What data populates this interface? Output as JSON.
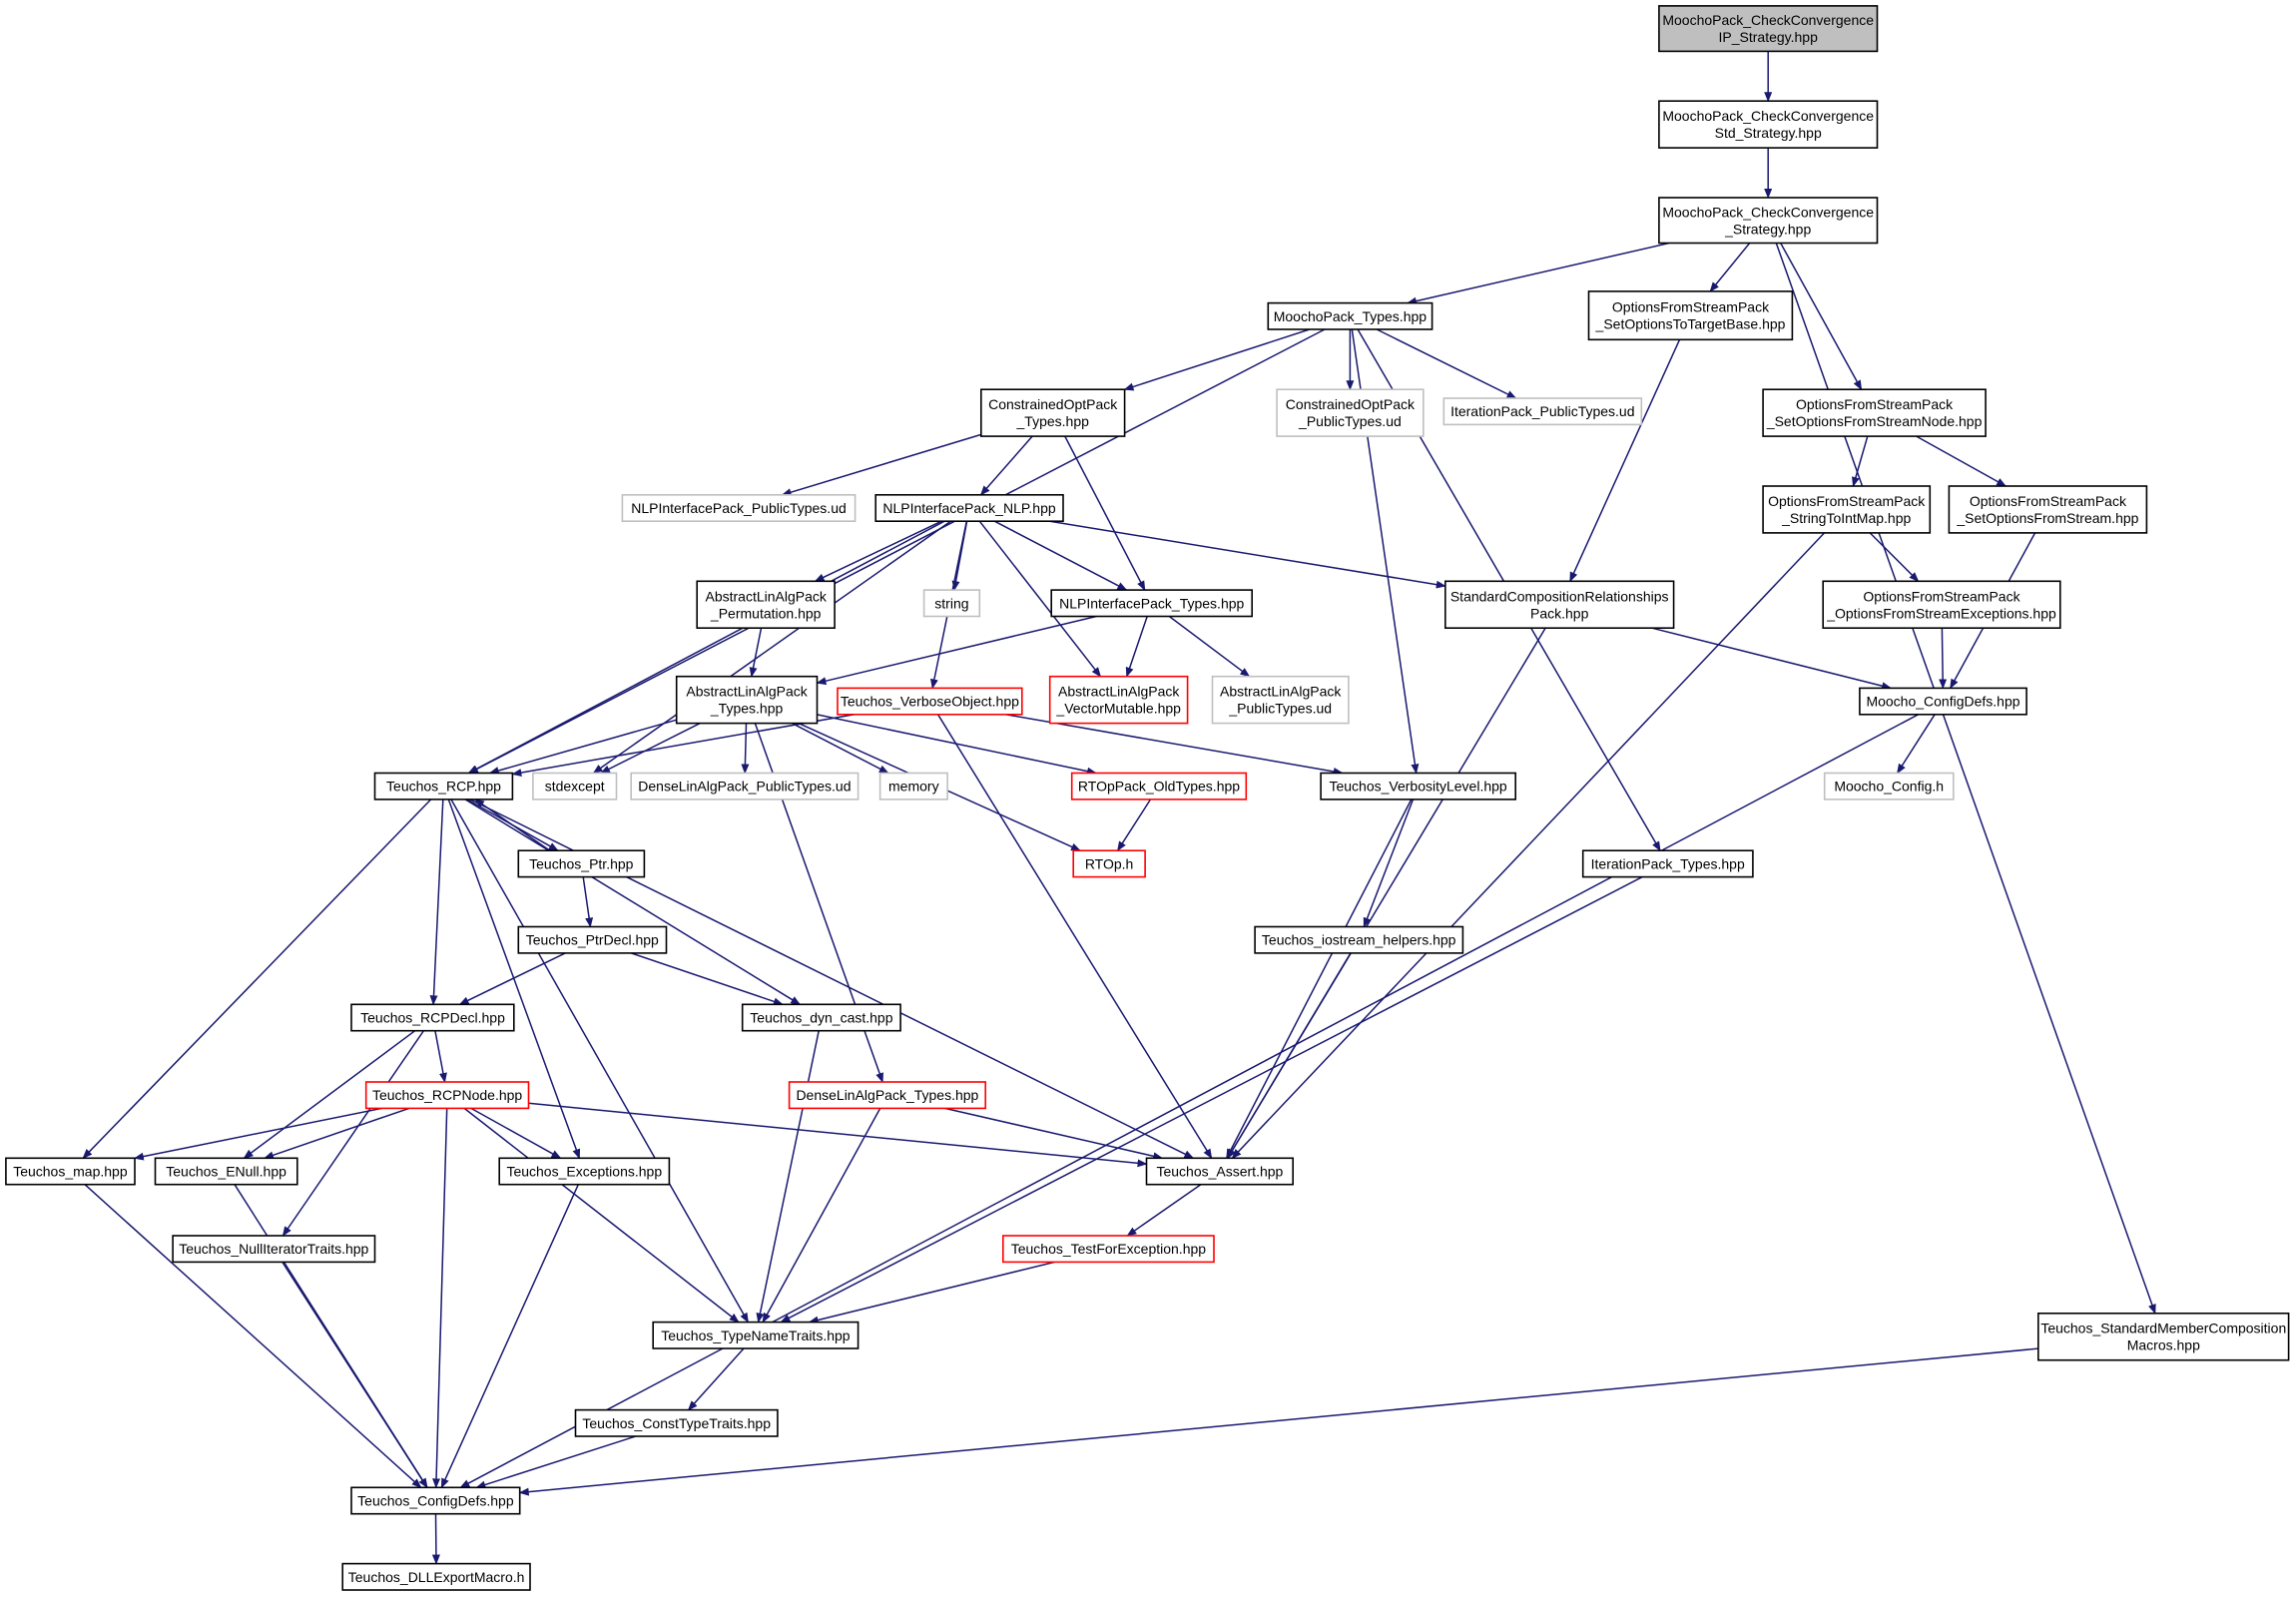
{
  "colors": {
    "edge": "#191970",
    "normal_border": "#000000",
    "missing_border": "#bfbfbf",
    "truncated_border": "#ff0000",
    "root_fill": "#bfbfbf",
    "node_fill": "#ffffff"
  },
  "nodes": [
    {
      "id": "root",
      "label": [
        "MoochoPack_CheckConvergence",
        "IP_Strategy.hpp"
      ],
      "kind": "root"
    },
    {
      "id": "std",
      "label": [
        "MoochoPack_CheckConvergence",
        "Std_Strategy.hpp"
      ],
      "kind": "normal"
    },
    {
      "id": "strat",
      "label": [
        "MoochoPack_CheckConvergence",
        "_Strategy.hpp"
      ],
      "kind": "normal"
    },
    {
      "id": "mtypes",
      "label": [
        "MoochoPack_Types.hpp"
      ],
      "kind": "normal"
    },
    {
      "id": "ofs_target",
      "label": [
        "OptionsFromStreamPack",
        "_SetOptionsToTargetBase.hpp"
      ],
      "kind": "normal"
    },
    {
      "id": "ofs_node",
      "label": [
        "OptionsFromStreamPack",
        "_SetOptionsFromStreamNode.hpp"
      ],
      "kind": "normal"
    },
    {
      "id": "copt",
      "label": [
        "ConstrainedOptPack",
        "_Types.hpp"
      ],
      "kind": "normal"
    },
    {
      "id": "copt_ud",
      "label": [
        "ConstrainedOptPack",
        "_PublicTypes.ud"
      ],
      "kind": "missing"
    },
    {
      "id": "iter_ud",
      "label": [
        "IterationPack_PublicTypes.ud"
      ],
      "kind": "missing"
    },
    {
      "id": "nlp_ud",
      "label": [
        "NLPInterfacePack_PublicTypes.ud"
      ],
      "kind": "missing"
    },
    {
      "id": "nlp",
      "label": [
        "NLPInterfacePack_NLP.hpp"
      ],
      "kind": "normal"
    },
    {
      "id": "ofs_s2i",
      "label": [
        "OptionsFromStreamPack",
        "_StringToIntMap.hpp"
      ],
      "kind": "normal"
    },
    {
      "id": "ofs_set",
      "label": [
        "OptionsFromStreamPack",
        "_SetOptionsFromStream.hpp"
      ],
      "kind": "normal"
    },
    {
      "id": "ala_perm",
      "label": [
        "AbstractLinAlgPack",
        "_Permutation.hpp"
      ],
      "kind": "normal"
    },
    {
      "id": "string",
      "label": [
        "string"
      ],
      "kind": "missing"
    },
    {
      "id": "nlp_types",
      "label": [
        "NLPInterfacePack_Types.hpp"
      ],
      "kind": "normal"
    },
    {
      "id": "scr",
      "label": [
        "StandardCompositionRelationships",
        "Pack.hpp"
      ],
      "kind": "normal"
    },
    {
      "id": "ofs_exc",
      "label": [
        "OptionsFromStreamPack",
        "_OptionsFromStreamExceptions.hpp"
      ],
      "kind": "normal"
    },
    {
      "id": "ala_types",
      "label": [
        "AbstractLinAlgPack",
        "_Types.hpp"
      ],
      "kind": "normal"
    },
    {
      "id": "verb_obj",
      "label": [
        "Teuchos_VerboseObject.hpp"
      ],
      "kind": "truncated"
    },
    {
      "id": "ala_vm",
      "label": [
        "AbstractLinAlgPack",
        "_VectorMutable.hpp"
      ],
      "kind": "truncated"
    },
    {
      "id": "ala_ud",
      "label": [
        "AbstractLinAlgPack",
        "_PublicTypes.ud"
      ],
      "kind": "missing"
    },
    {
      "id": "moocho_cd",
      "label": [
        "Moocho_ConfigDefs.hpp"
      ],
      "kind": "normal"
    },
    {
      "id": "rcp",
      "label": [
        "Teuchos_RCP.hpp"
      ],
      "kind": "normal"
    },
    {
      "id": "stdexcept",
      "label": [
        "stdexcept"
      ],
      "kind": "missing"
    },
    {
      "id": "dla_ud",
      "label": [
        "DenseLinAlgPack_PublicTypes.ud"
      ],
      "kind": "missing"
    },
    {
      "id": "memory",
      "label": [
        "memory"
      ],
      "kind": "missing"
    },
    {
      "id": "rtop_old",
      "label": [
        "RTOpPack_OldTypes.hpp"
      ],
      "kind": "truncated"
    },
    {
      "id": "verb_lvl",
      "label": [
        "Teuchos_VerbosityLevel.hpp"
      ],
      "kind": "normal"
    },
    {
      "id": "moocho_cfg",
      "label": [
        "Moocho_Config.h"
      ],
      "kind": "missing"
    },
    {
      "id": "ptr",
      "label": [
        "Teuchos_Ptr.hpp"
      ],
      "kind": "normal"
    },
    {
      "id": "rtop",
      "label": [
        "RTOp.h"
      ],
      "kind": "truncated"
    },
    {
      "id": "iter_types",
      "label": [
        "IterationPack_Types.hpp"
      ],
      "kind": "normal"
    },
    {
      "id": "ptrdecl",
      "label": [
        "Teuchos_PtrDecl.hpp"
      ],
      "kind": "normal"
    },
    {
      "id": "ios",
      "label": [
        "Teuchos_iostream_helpers.hpp"
      ],
      "kind": "normal"
    },
    {
      "id": "rcpdecl",
      "label": [
        "Teuchos_RCPDecl.hpp"
      ],
      "kind": "normal"
    },
    {
      "id": "dyncast",
      "label": [
        "Teuchos_dyn_cast.hpp"
      ],
      "kind": "normal"
    },
    {
      "id": "rcpnode",
      "label": [
        "Teuchos_RCPNode.hpp"
      ],
      "kind": "truncated"
    },
    {
      "id": "dla_types",
      "label": [
        "DenseLinAlgPack_Types.hpp"
      ],
      "kind": "truncated"
    },
    {
      "id": "map",
      "label": [
        "Teuchos_map.hpp"
      ],
      "kind": "normal"
    },
    {
      "id": "enull",
      "label": [
        "Teuchos_ENull.hpp"
      ],
      "kind": "normal"
    },
    {
      "id": "exceptions",
      "label": [
        "Teuchos_Exceptions.hpp"
      ],
      "kind": "normal"
    },
    {
      "id": "assert",
      "label": [
        "Teuchos_Assert.hpp"
      ],
      "kind": "normal"
    },
    {
      "id": "nullit",
      "label": [
        "Teuchos_NullIteratorTraits.hpp"
      ],
      "kind": "normal"
    },
    {
      "id": "testexc",
      "label": [
        "Teuchos_TestForException.hpp"
      ],
      "kind": "truncated"
    },
    {
      "id": "typename",
      "label": [
        "Teuchos_TypeNameTraits.hpp"
      ],
      "kind": "normal"
    },
    {
      "id": "smcm",
      "label": [
        "Teuchos_StandardMemberComposition",
        "Macros.hpp"
      ],
      "kind": "normal"
    },
    {
      "id": "consttype",
      "label": [
        "Teuchos_ConstTypeTraits.hpp"
      ],
      "kind": "normal"
    },
    {
      "id": "configdefs",
      "label": [
        "Teuchos_ConfigDefs.hpp"
      ],
      "kind": "normal"
    },
    {
      "id": "dll",
      "label": [
        "Teuchos_DLLExportMacro.h"
      ],
      "kind": "normal"
    }
  ],
  "edges": [
    [
      "root",
      "std"
    ],
    [
      "std",
      "strat"
    ],
    [
      "strat",
      "mtypes"
    ],
    [
      "strat",
      "ofs_target"
    ],
    [
      "strat",
      "ofs_node"
    ],
    [
      "strat",
      "smcm"
    ],
    [
      "mtypes",
      "copt"
    ],
    [
      "mtypes",
      "copt_ud"
    ],
    [
      "mtypes",
      "iter_ud"
    ],
    [
      "mtypes",
      "rcp"
    ],
    [
      "mtypes",
      "verb_lvl"
    ],
    [
      "mtypes",
      "iter_types"
    ],
    [
      "ofs_target",
      "scr"
    ],
    [
      "ofs_node",
      "ofs_s2i"
    ],
    [
      "ofs_node",
      "ofs_set"
    ],
    [
      "copt",
      "nlp_ud"
    ],
    [
      "copt",
      "nlp"
    ],
    [
      "copt",
      "nlp_types"
    ],
    [
      "nlp",
      "ala_perm"
    ],
    [
      "nlp",
      "string"
    ],
    [
      "nlp",
      "nlp_types"
    ],
    [
      "nlp",
      "scr"
    ],
    [
      "nlp",
      "verb_obj"
    ],
    [
      "nlp",
      "ala_vm"
    ],
    [
      "nlp",
      "rcp"
    ],
    [
      "nlp",
      "stdexcept"
    ],
    [
      "ofs_s2i",
      "ofs_exc"
    ],
    [
      "ofs_s2i",
      "assert"
    ],
    [
      "ofs_set",
      "moocho_cd"
    ],
    [
      "ofs_exc",
      "moocho_cd"
    ],
    [
      "ala_perm",
      "ala_types"
    ],
    [
      "nlp_types",
      "ala_types"
    ],
    [
      "nlp_types",
      "ala_vm"
    ],
    [
      "nlp_types",
      "ala_ud"
    ],
    [
      "scr",
      "moocho_cd"
    ],
    [
      "scr",
      "assert"
    ],
    [
      "ala_types",
      "rcp"
    ],
    [
      "ala_types",
      "stdexcept"
    ],
    [
      "ala_types",
      "dla_ud"
    ],
    [
      "ala_types",
      "memory"
    ],
    [
      "ala_types",
      "rtop_old"
    ],
    [
      "ala_types",
      "rtop"
    ],
    [
      "ala_types",
      "dla_types"
    ],
    [
      "verb_obj",
      "verb_lvl"
    ],
    [
      "verb_obj",
      "rcp"
    ],
    [
      "verb_obj",
      "assert"
    ],
    [
      "moocho_cd",
      "moocho_cfg"
    ],
    [
      "moocho_cd",
      "configdefs"
    ],
    [
      "rtop_old",
      "rtop"
    ],
    [
      "rcp",
      "ptr"
    ],
    [
      "rcp",
      "rcpdecl"
    ],
    [
      "rcp",
      "map"
    ],
    [
      "rcp",
      "exceptions"
    ],
    [
      "rcp",
      "typename"
    ],
    [
      "rcp",
      "dyncast"
    ],
    [
      "rcp",
      "assert"
    ],
    [
      "ptr",
      "rcp"
    ],
    [
      "ptr",
      "ptrdecl"
    ],
    [
      "ptrdecl",
      "rcpdecl"
    ],
    [
      "ptrdecl",
      "dyncast"
    ],
    [
      "verb_lvl",
      "ios"
    ],
    [
      "verb_lvl",
      "assert"
    ],
    [
      "iter_types",
      "typename"
    ],
    [
      "ios",
      "assert"
    ],
    [
      "rcpdecl",
      "rcpnode"
    ],
    [
      "rcpdecl",
      "enull"
    ],
    [
      "rcpdecl",
      "nullit"
    ],
    [
      "dyncast",
      "typename"
    ],
    [
      "rcpnode",
      "map"
    ],
    [
      "rcpnode",
      "enull"
    ],
    [
      "rcpnode",
      "exceptions"
    ],
    [
      "rcpnode",
      "assert"
    ],
    [
      "rcpnode",
      "typename"
    ],
    [
      "rcpnode",
      "configdefs"
    ],
    [
      "dla_types",
      "assert"
    ],
    [
      "dla_types",
      "typename"
    ],
    [
      "map",
      "configdefs"
    ],
    [
      "enull",
      "configdefs"
    ],
    [
      "exceptions",
      "configdefs"
    ],
    [
      "nullit",
      "configdefs"
    ],
    [
      "assert",
      "testexc"
    ],
    [
      "testexc",
      "typename"
    ],
    [
      "typename",
      "consttype"
    ],
    [
      "consttype",
      "configdefs"
    ],
    [
      "smcm",
      "configdefs"
    ],
    [
      "configdefs",
      "dll"
    ]
  ]
}
